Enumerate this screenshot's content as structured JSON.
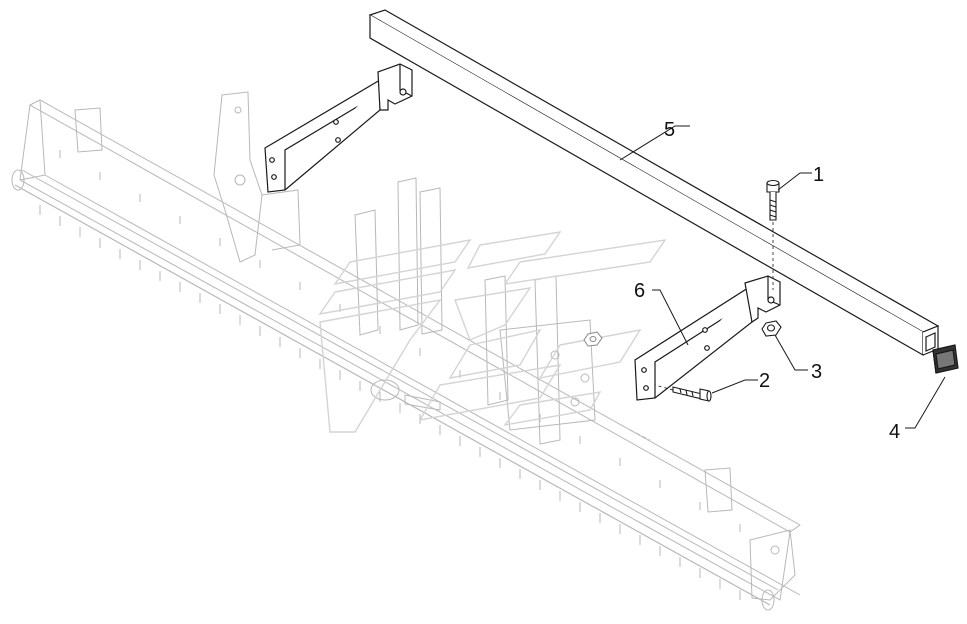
{
  "callouts": [
    {
      "id": "c1",
      "label": "1"
    },
    {
      "id": "c2",
      "label": "2"
    },
    {
      "id": "c3",
      "label": "3"
    },
    {
      "id": "c4",
      "label": "4"
    },
    {
      "id": "c5",
      "label": "5"
    },
    {
      "id": "c6",
      "label": "6"
    }
  ],
  "colors": {
    "line": "#1a1a1a",
    "part_faint": "#b8b8b8",
    "watermark": "#d4d4d4",
    "background": "#ffffff"
  }
}
